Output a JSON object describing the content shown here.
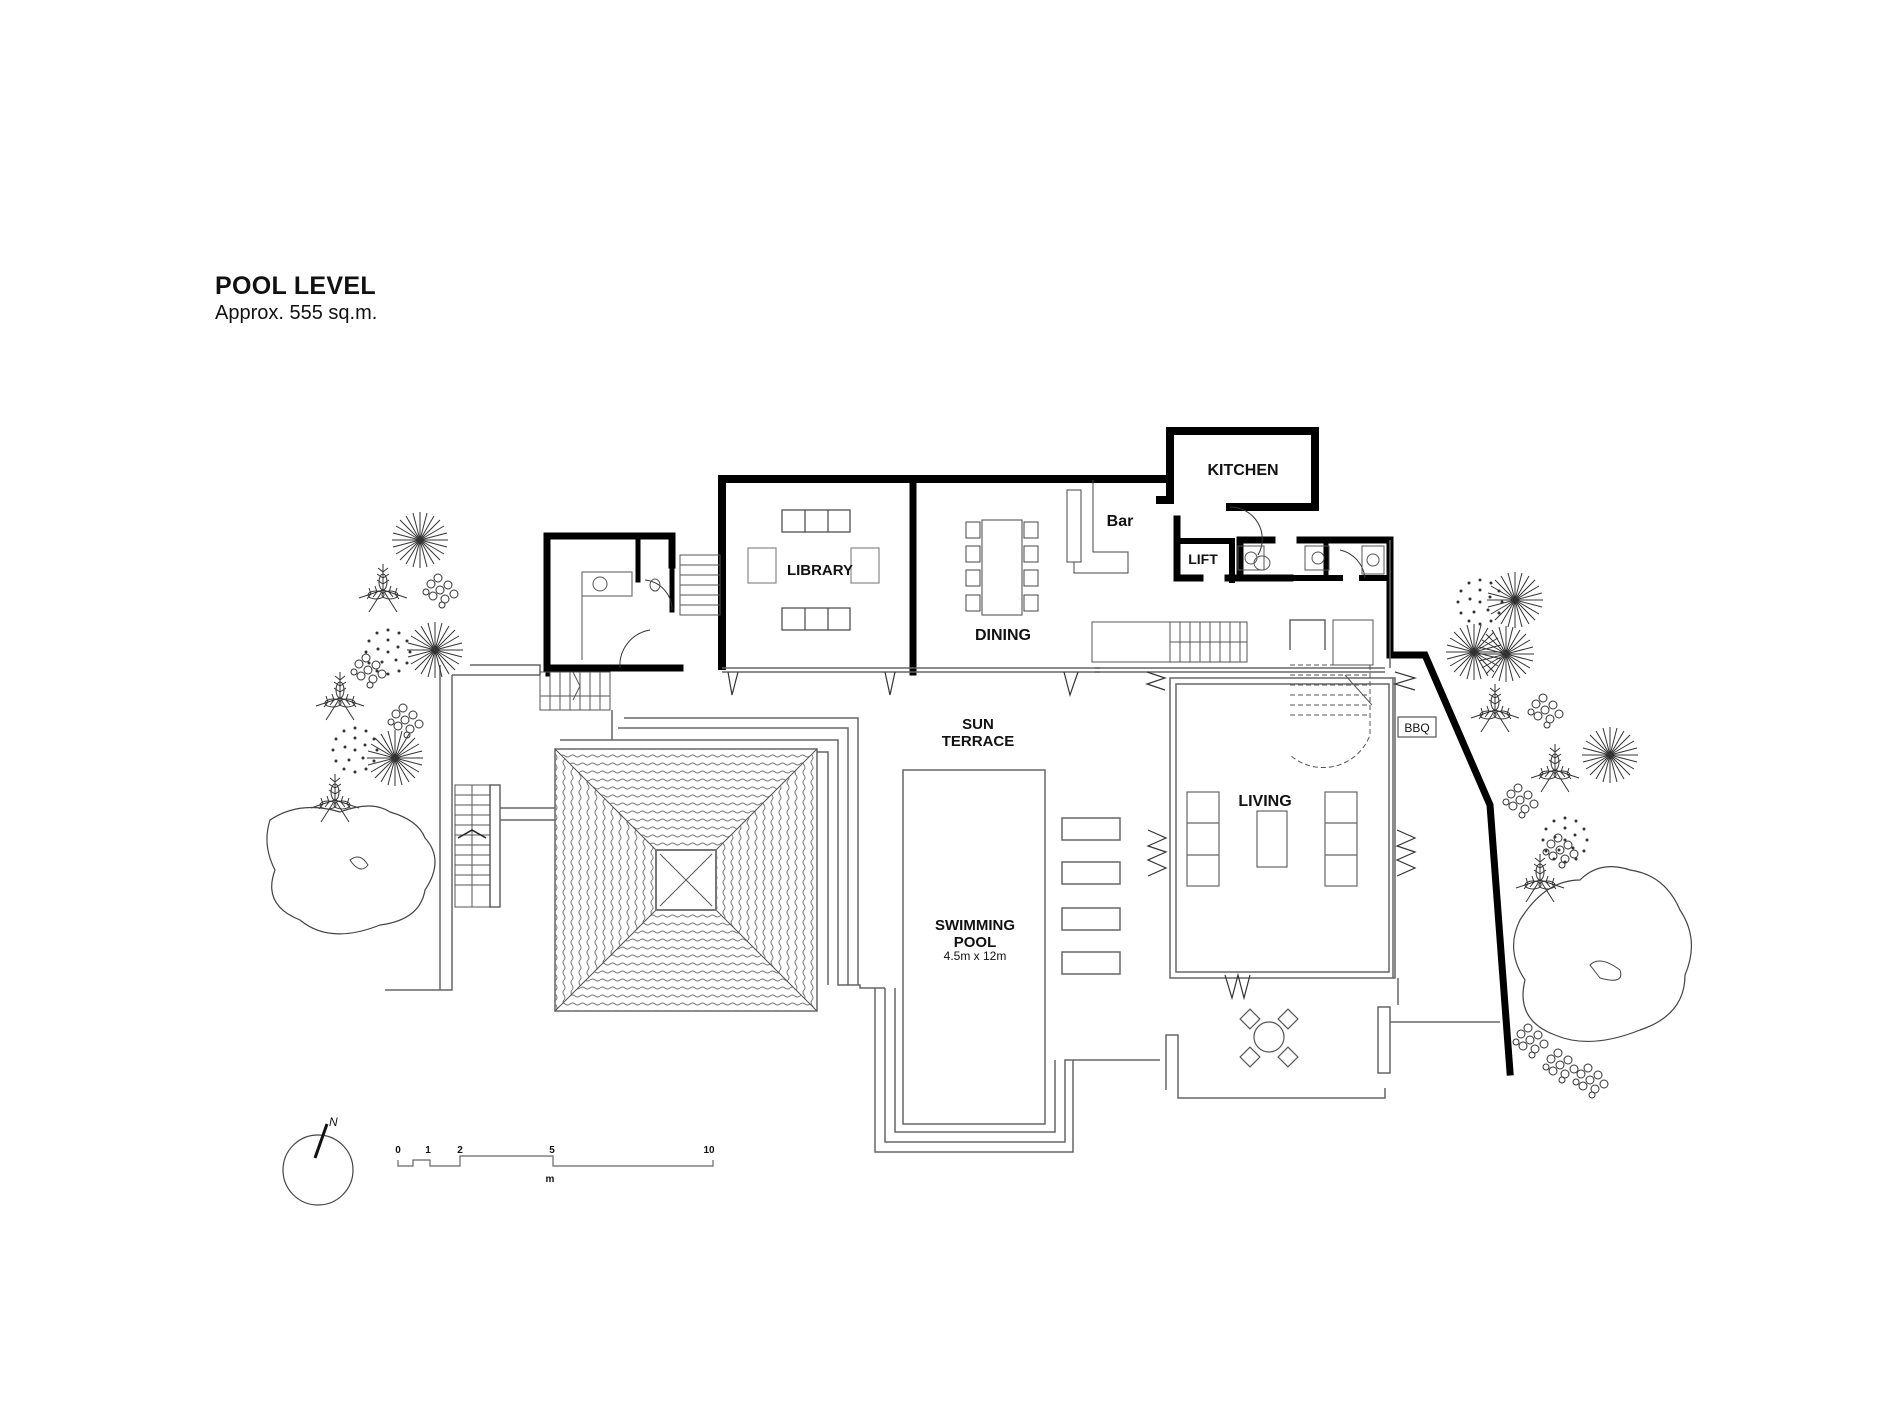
{
  "header": {
    "title": "POOL LEVEL",
    "subtitle": "Approx. 555 sq.m."
  },
  "rooms": {
    "kitchen": "KITCHEN",
    "bar": "Bar",
    "lift": "LIFT",
    "library": "LIBRARY",
    "dining": "DINING",
    "sun_terrace_1": "SUN",
    "sun_terrace_2": "TERRACE",
    "living": "LIVING",
    "bbq": "BBQ",
    "pool_1": "SWIMMING",
    "pool_2": "POOL",
    "pool_dims": "4.5m x 12m"
  },
  "legend": {
    "north_label": "N",
    "scale_ticks": [
      "0",
      "1",
      "2",
      "5",
      "10"
    ],
    "scale_unit": "m"
  },
  "colors": {
    "wall": "#000000",
    "line": "#555555",
    "light_line": "#888888",
    "background": "#ffffff"
  }
}
